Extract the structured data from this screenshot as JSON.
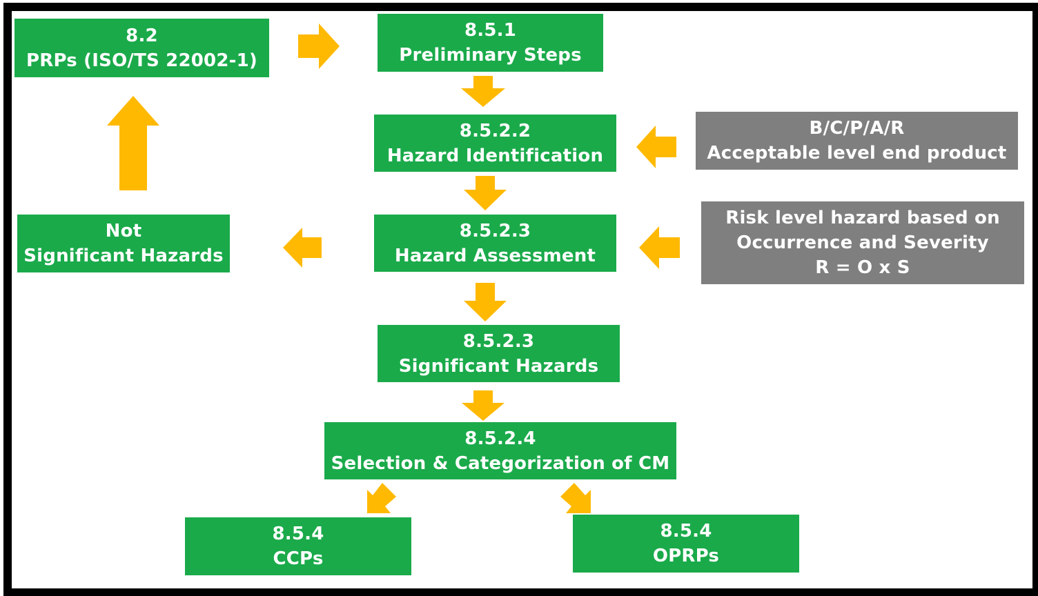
{
  "boxes": {
    "prps": {
      "line1": "8.2",
      "line2": "PRPs (ISO/TS 22002-1)"
    },
    "preliminary": {
      "line1": "8.5.1",
      "line2": "Preliminary Steps"
    },
    "hazard_identification": {
      "line1": "8.5.2.2",
      "line2": "Hazard Identification"
    },
    "hazard_assessment": {
      "line1": "8.5.2.3",
      "line2": "Hazard Assessment"
    },
    "significant": {
      "line1": "8.5.2.3",
      "line2": "Significant Hazards"
    },
    "selection": {
      "line1": "8.5.2.4",
      "line2": "Selection & Categorization of CM"
    },
    "ccps": {
      "line1": "8.5.4",
      "line2": "CCPs"
    },
    "oprps": {
      "line1": "8.5.4",
      "line2": "OPRPs"
    },
    "not_significant": {
      "line1": "Not",
      "line2": "Significant Hazards"
    },
    "acceptable_level": {
      "line1": "B/C/P/A/R",
      "line2": "Acceptable level end product"
    },
    "risk_level": {
      "line1": "Risk level hazard based on",
      "line2": "Occurrence and Severity",
      "line3": "R = O x S"
    }
  },
  "colors": {
    "process_box": "#1aaa4a",
    "input_box": "#7f7f7f",
    "arrow": "#ffb900",
    "frame": "#000000"
  },
  "arrows": [
    {
      "from": "prps",
      "to": "preliminary",
      "direction": "right"
    },
    {
      "from": "preliminary",
      "to": "hazard_identification",
      "direction": "down"
    },
    {
      "from": "acceptable_level",
      "to": "hazard_identification",
      "direction": "left"
    },
    {
      "from": "hazard_identification",
      "to": "hazard_assessment",
      "direction": "down"
    },
    {
      "from": "risk_level",
      "to": "hazard_assessment",
      "direction": "left"
    },
    {
      "from": "hazard_assessment",
      "to": "not_significant",
      "direction": "left"
    },
    {
      "from": "not_significant",
      "to": "prps",
      "direction": "up"
    },
    {
      "from": "hazard_assessment",
      "to": "significant",
      "direction": "down"
    },
    {
      "from": "significant",
      "to": "selection",
      "direction": "down"
    },
    {
      "from": "selection",
      "to": "ccps",
      "direction": "down-left"
    },
    {
      "from": "selection",
      "to": "oprps",
      "direction": "down-right"
    }
  ]
}
